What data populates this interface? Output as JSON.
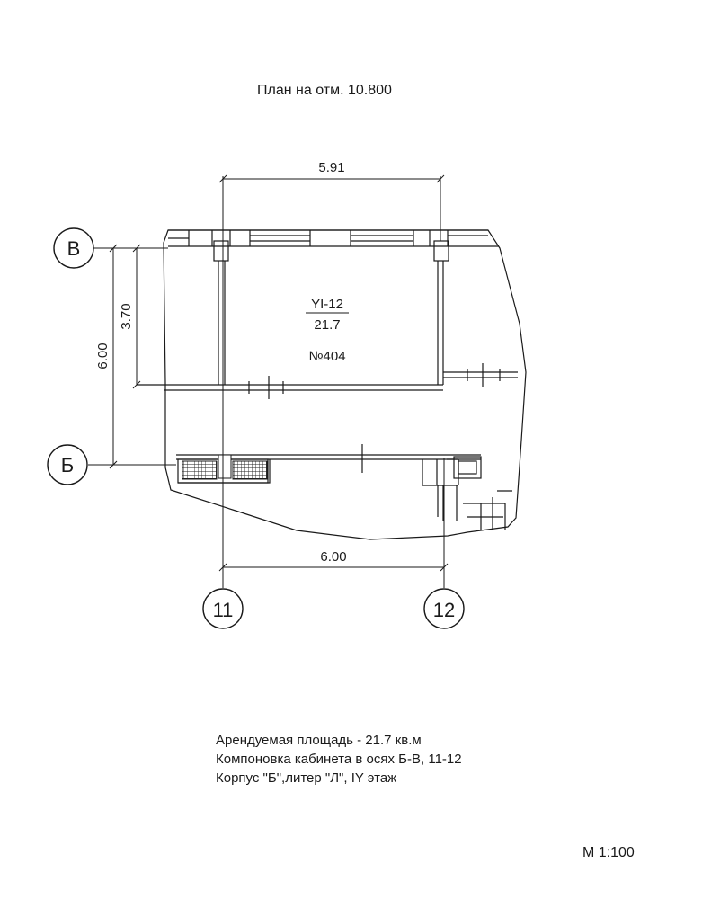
{
  "title": "План на отм. 10.800",
  "room": {
    "code": "YI-12",
    "area": "21.7",
    "number": "№404"
  },
  "dimensions": {
    "top_width": "5.91",
    "left_inner": "3.70",
    "left_outer": "6.00",
    "bottom_width": "6.00"
  },
  "axes": {
    "row_top": "В",
    "row_bottom": "Б",
    "col_left": "11",
    "col_right": "12"
  },
  "notes": [
    "Арендуемая площадь -  21.7 кв.м",
    "Компоновка кабинета в осях Б-В, 11-12",
    "Корпус \"Б\",литер \"Л\", IY этаж"
  ],
  "scale": "М 1:100"
}
